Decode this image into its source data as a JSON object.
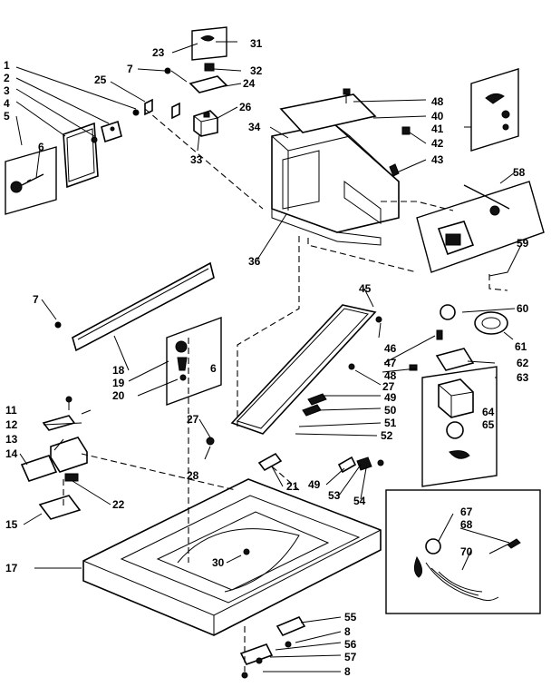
{
  "diagram": {
    "callouts": [
      {
        "id": "c1",
        "text": "1"
      },
      {
        "id": "c2",
        "text": "2"
      },
      {
        "id": "c3",
        "text": "3"
      },
      {
        "id": "c4",
        "text": "4"
      },
      {
        "id": "c5",
        "text": "5"
      },
      {
        "id": "c6a",
        "text": "6"
      },
      {
        "id": "c7a",
        "text": "7"
      },
      {
        "id": "c7b",
        "text": "7"
      },
      {
        "id": "c6b",
        "text": "6"
      },
      {
        "id": "c8a",
        "text": "8"
      },
      {
        "id": "c8b",
        "text": "8"
      },
      {
        "id": "c11",
        "text": "11"
      },
      {
        "id": "c12",
        "text": "12"
      },
      {
        "id": "c13",
        "text": "13"
      },
      {
        "id": "c14",
        "text": "14"
      },
      {
        "id": "c15",
        "text": "15"
      },
      {
        "id": "c17",
        "text": "17"
      },
      {
        "id": "c18",
        "text": "18"
      },
      {
        "id": "c19",
        "text": "19"
      },
      {
        "id": "c20",
        "text": "20"
      },
      {
        "id": "c21",
        "text": "21"
      },
      {
        "id": "c22",
        "text": "22"
      },
      {
        "id": "c23",
        "text": "23"
      },
      {
        "id": "c24",
        "text": "24"
      },
      {
        "id": "c25",
        "text": "25"
      },
      {
        "id": "c26",
        "text": "26"
      },
      {
        "id": "c27a",
        "text": "27"
      },
      {
        "id": "c27b",
        "text": "27"
      },
      {
        "id": "c28",
        "text": "28"
      },
      {
        "id": "c30",
        "text": "30"
      },
      {
        "id": "c31",
        "text": "31"
      },
      {
        "id": "c32",
        "text": "32"
      },
      {
        "id": "c33",
        "text": "33"
      },
      {
        "id": "c34",
        "text": "34"
      },
      {
        "id": "c36",
        "text": "36"
      },
      {
        "id": "c40",
        "text": "40"
      },
      {
        "id": "c41",
        "text": "41"
      },
      {
        "id": "c42",
        "text": "42"
      },
      {
        "id": "c43",
        "text": "43"
      },
      {
        "id": "c45",
        "text": "45"
      },
      {
        "id": "c46",
        "text": "46"
      },
      {
        "id": "c47",
        "text": "47"
      },
      {
        "id": "c48a",
        "text": "48"
      },
      {
        "id": "c48b",
        "text": "48"
      },
      {
        "id": "c49a",
        "text": "49"
      },
      {
        "id": "c49b",
        "text": "49"
      },
      {
        "id": "c50",
        "text": "50"
      },
      {
        "id": "c51",
        "text": "51"
      },
      {
        "id": "c52",
        "text": "52"
      },
      {
        "id": "c53",
        "text": "53"
      },
      {
        "id": "c54",
        "text": "54"
      },
      {
        "id": "c55",
        "text": "55"
      },
      {
        "id": "c56",
        "text": "56"
      },
      {
        "id": "c57",
        "text": "57"
      },
      {
        "id": "c58",
        "text": "58"
      },
      {
        "id": "c59",
        "text": "59"
      },
      {
        "id": "c60",
        "text": "60"
      },
      {
        "id": "c61",
        "text": "61"
      },
      {
        "id": "c62",
        "text": "62"
      },
      {
        "id": "c63",
        "text": "63"
      },
      {
        "id": "c64",
        "text": "64"
      },
      {
        "id": "c65",
        "text": "65"
      },
      {
        "id": "c67",
        "text": "67"
      },
      {
        "id": "c68",
        "text": "68"
      },
      {
        "id": "c70",
        "text": "70"
      }
    ]
  }
}
